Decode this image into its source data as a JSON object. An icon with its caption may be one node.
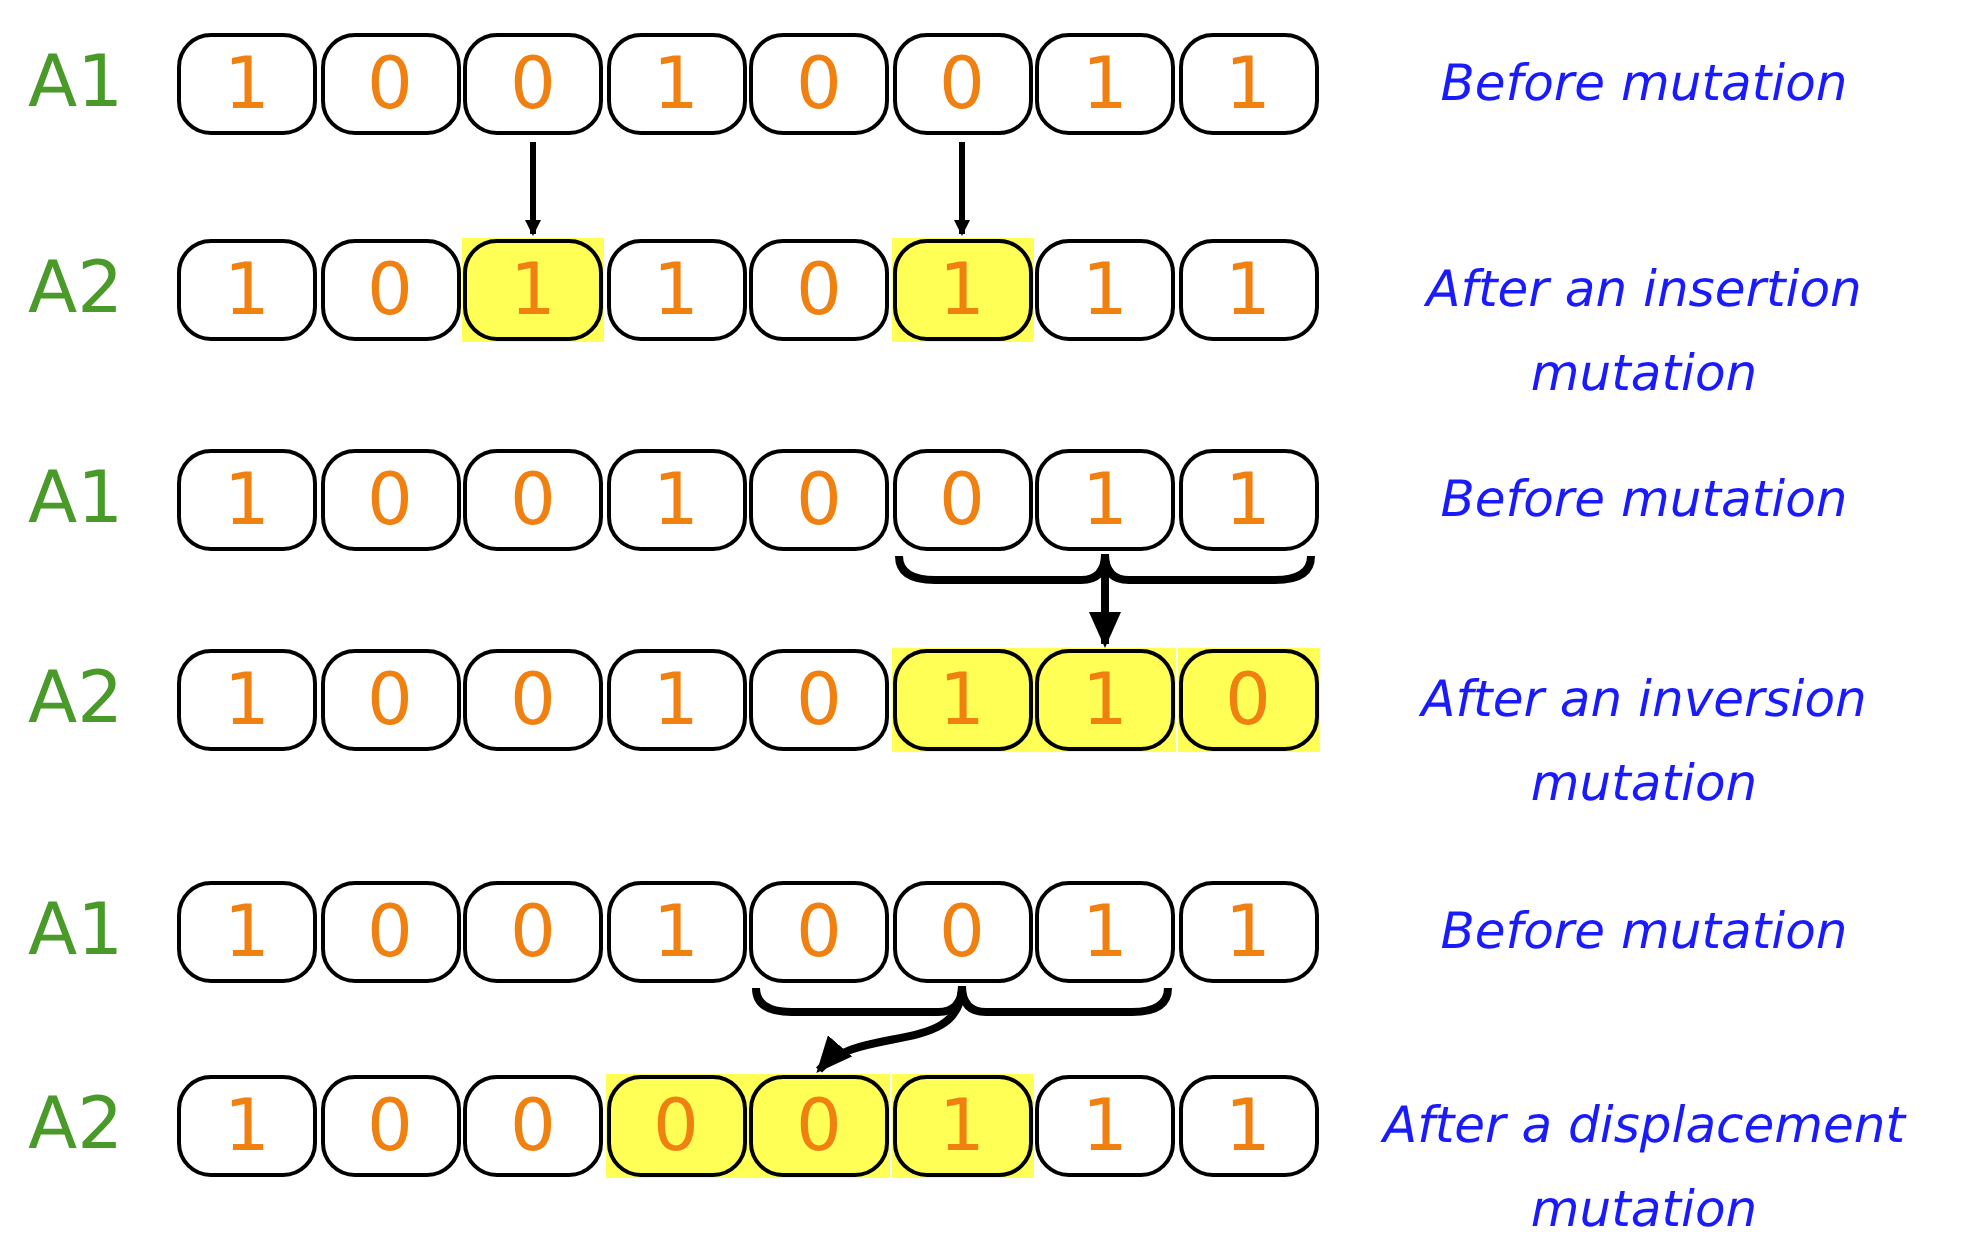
{
  "diagram": {
    "nodes": [
      {
        "text": [
          "1"
        ]
      },
      {
        "text": [
          "0"
        ]
      },
      {
        "text": [
          "0"
        ]
      },
      {
        "text": [
          "1"
        ]
      },
      {
        "text": [
          "0"
        ]
      },
      {
        "text": [
          "0"
        ]
      },
      {
        "text": [
          "1"
        ]
      },
      {
        "text": [
          "1"
        ]
      },
      {
        "text": [
          "1"
        ]
      },
      {
        "text": [
          "0"
        ]
      },
      {
        "text": [
          "1"
        ]
      },
      {
        "text": [
          "1"
        ]
      },
      {
        "text": [
          "0"
        ]
      },
      {
        "text": [
          "1"
        ]
      },
      {
        "text": [
          "1"
        ]
      },
      {
        "text": [
          "1"
        ]
      },
      {
        "text": [
          "1"
        ]
      },
      {
        "text": [
          "0"
        ]
      },
      {
        "text": [
          "0"
        ]
      },
      {
        "text": [
          "1"
        ]
      },
      {
        "text": [
          "0"
        ]
      },
      {
        "text": [
          "0"
        ]
      },
      {
        "text": [
          "1"
        ]
      },
      {
        "text": [
          "1"
        ]
      },
      {
        "text": [
          "1"
        ]
      },
      {
        "text": [
          "0"
        ]
      },
      {
        "text": [
          "0"
        ]
      },
      {
        "text": [
          "1"
        ]
      },
      {
        "text": [
          "0"
        ]
      },
      {
        "text": [
          "1"
        ]
      },
      {
        "text": [
          "1"
        ]
      },
      {
        "text": [
          "0"
        ]
      },
      {
        "text": [
          "1"
        ]
      },
      {
        "text": [
          "0"
        ]
      },
      {
        "text": [
          "0"
        ]
      },
      {
        "text": [
          "1"
        ]
      },
      {
        "text": [
          "0"
        ]
      },
      {
        "text": [
          "0"
        ]
      },
      {
        "text": [
          "1"
        ]
      },
      {
        "text": [
          "1"
        ]
      },
      {
        "text": [
          "1"
        ]
      },
      {
        "text": [
          "0"
        ]
      },
      {
        "text": [
          "0"
        ]
      },
      {
        "text": [
          "0"
        ]
      },
      {
        "text": [
          "0"
        ]
      },
      {
        "text": [
          "1"
        ]
      },
      {
        "text": [
          "1"
        ]
      },
      {
        "text": [
          "1"
        ]
      }
    ],
    "edges": [
      {
        "from": 2,
        "to": 10,
        "arrow": "to"
      },
      {
        "from": 5,
        "to": 13,
        "arrow": "to"
      },
      {
        "from": 22,
        "to": 30,
        "arrow": "to"
      },
      {
        "from": 37,
        "to": 44,
        "arrow": "to"
      }
    ],
    "labels": [
      "A1",
      "Before mutation",
      "A2",
      "After an insertion mutation",
      "A1",
      "Before mutation",
      "A2",
      "After an inversion mutation",
      "A1",
      "Before mutation",
      "A2",
      "After a displacement mutation"
    ]
  }
}
